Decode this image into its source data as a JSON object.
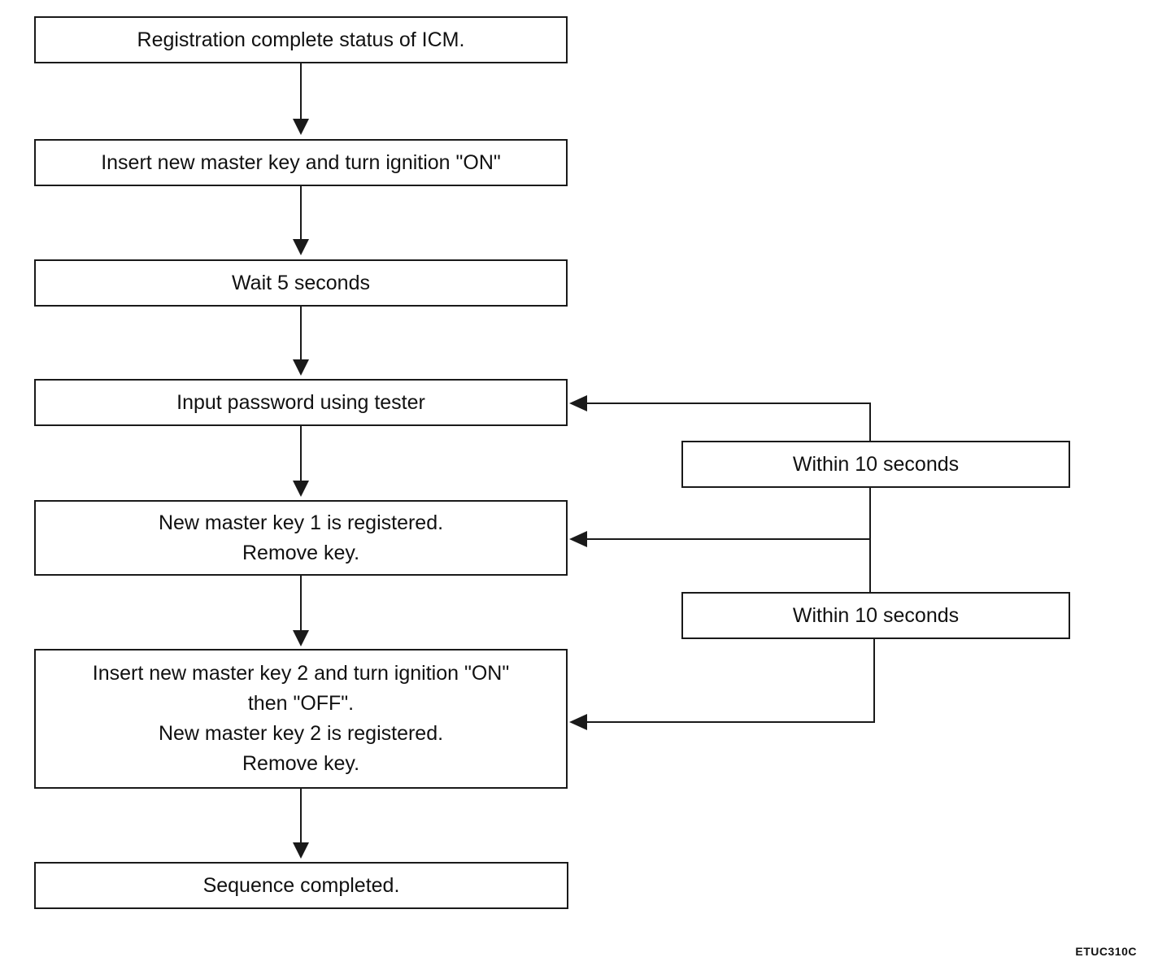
{
  "steps": {
    "s1": {
      "lines": [
        "Registration complete status of ICM."
      ]
    },
    "s2": {
      "lines": [
        "Insert new master key and turn ignition \"ON\""
      ]
    },
    "s3": {
      "lines": [
        "Wait 5 seconds"
      ]
    },
    "s4": {
      "lines": [
        "Input password using tester"
      ]
    },
    "s5": {
      "lines": [
        "New master key 1 is registered.",
        "Remove key."
      ]
    },
    "s6": {
      "lines": [
        "Insert new master key 2 and turn ignition \"ON\"",
        "then \"OFF\".",
        "New master key 2 is registered.",
        "Remove key."
      ]
    },
    "s7": {
      "lines": [
        "Sequence completed."
      ]
    }
  },
  "timers": {
    "t1": {
      "label": "Within 10 seconds"
    },
    "t2": {
      "label": "Within 10 seconds"
    }
  },
  "figure_id": "ETUC310C"
}
